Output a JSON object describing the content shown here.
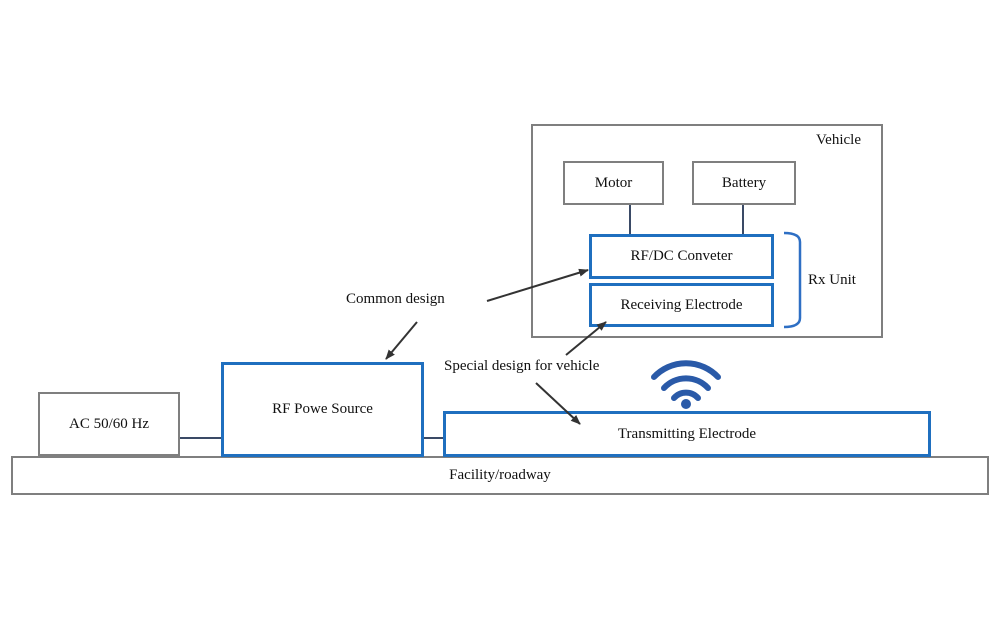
{
  "labels": {
    "vehicle": "Vehicle",
    "motor": "Motor",
    "battery": "Battery",
    "rfdc": "RF/DC Conveter",
    "receiving": "Receiving Electrode",
    "rx_unit": "Rx Unit",
    "common_design": "Common design",
    "special_design": "Special design for vehicle",
    "ac": "AC 50/60 Hz",
    "rf_source": "RF Powe Source",
    "transmitting": "Transmitting Electrode",
    "facility": "Facility/roadway"
  },
  "colors": {
    "component_blue": "#1f6fbf",
    "outline_gray": "#7f7f7f",
    "wire": "#3a4a66",
    "wireless_icon": "#2a5aa8"
  },
  "icons": {
    "wireless": "wifi-signal-icon"
  }
}
